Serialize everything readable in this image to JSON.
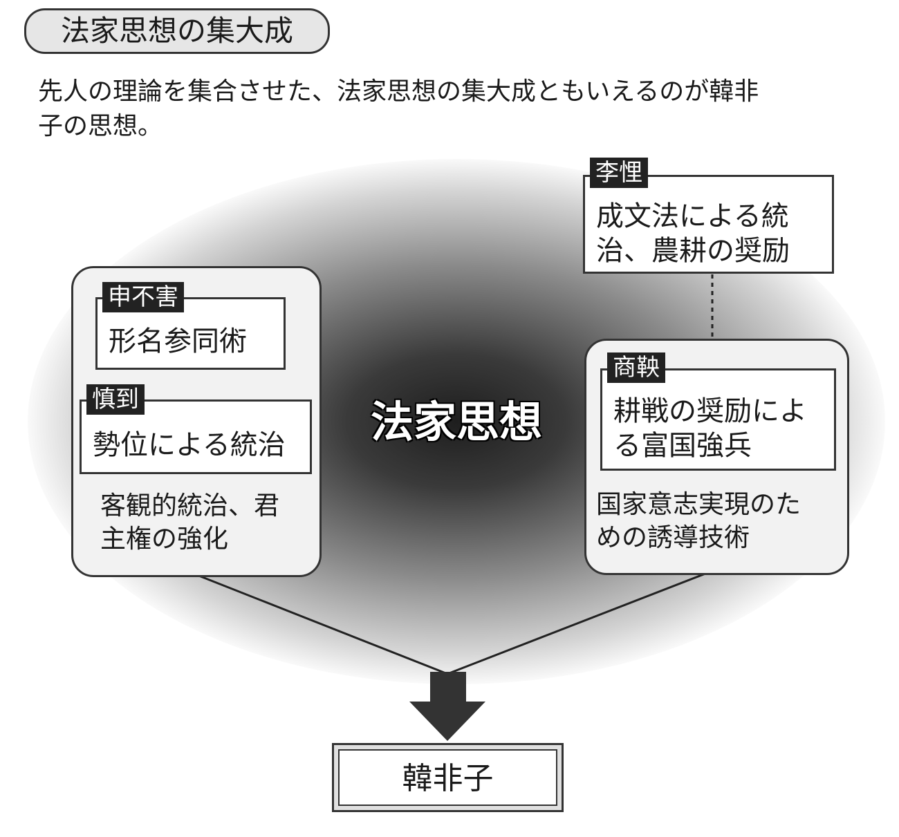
{
  "title": "法家思想の集大成",
  "intro": [
    "先人の理論を集合させた、法家思想の集大成ともいえるのが韓非",
    "子の思想。"
  ],
  "center_label": "法家思想",
  "left_group": {
    "items": [
      {
        "name": "申不害",
        "desc": "形名参同術"
      },
      {
        "name": "慎到",
        "desc": "勢位による統治"
      }
    ],
    "summary": [
      "客観的統治、君",
      "主権の強化"
    ]
  },
  "li_kui": {
    "name": "李悝",
    "desc": [
      "成文法による統",
      "治、農耕の奨励"
    ]
  },
  "right_group": {
    "item": {
      "name": "商鞅",
      "desc": [
        "耕戦の奨励によ",
        "る富国強兵"
      ]
    },
    "summary": [
      "国家意志実現のた",
      "めの誘導技術"
    ]
  },
  "result": "韓非子"
}
